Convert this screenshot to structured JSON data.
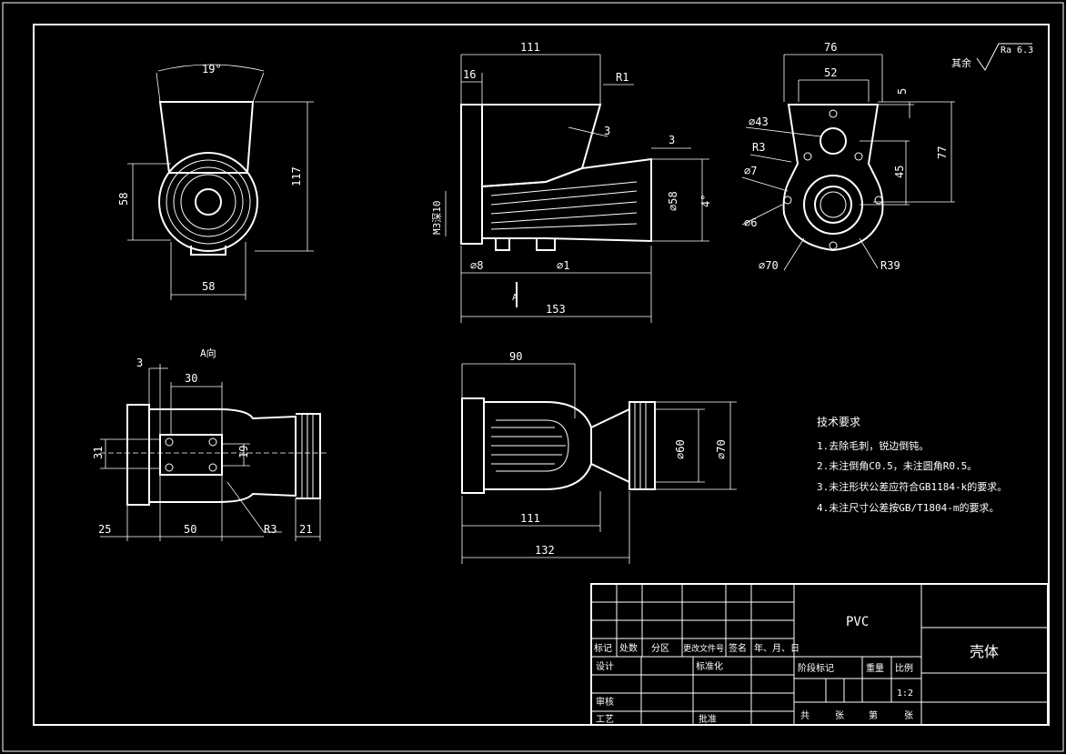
{
  "roughness": {
    "prefix": "其余",
    "value": "Ra 6.3"
  },
  "front_view": {
    "angle": "19°",
    "height": "117",
    "inner_height": "58",
    "width": "58"
  },
  "side_view": {
    "top": "111",
    "left_offset": "16",
    "radius": "R1",
    "wall": "3",
    "wall2": "3",
    "thread": "M3深10",
    "diameter": "⌀58",
    "angle": "4°",
    "bottom_a": "⌀8",
    "bottom_b": "⌀1",
    "length": "153",
    "section_mark": "A"
  },
  "right_view": {
    "width": "76",
    "inner_width": "52",
    "d43": "⌀43",
    "r3": "R3",
    "d7": "⌀7",
    "d6": "⌀6",
    "d70": "⌀70",
    "r39": "R39",
    "offset": "5",
    "h45": "45",
    "h77": "77"
  },
  "bottom_view": {
    "title": "A向",
    "left3": "3",
    "w30": "30",
    "h31": "31",
    "h19": "19",
    "l25": "25",
    "l50": "50",
    "r3": "R3",
    "l21": "21"
  },
  "top_view": {
    "w90": "90",
    "d60": "⌀60",
    "d70": "⌀70",
    "l111": "111",
    "l132": "132"
  },
  "tech": {
    "title": "技术要求",
    "items": [
      "1.去除毛刺，锐边倒钝。",
      "2.未注倒角C0.5，未注圆角R0.5。",
      "3.未注形状公差应符合GB1184-k的要求。",
      "4.未注尺寸公差按GB/T1804-m的要求。"
    ]
  },
  "title_block": {
    "material": "PVC",
    "part_name": "壳体",
    "header": [
      "标记",
      "处数",
      "分区",
      "更改文件号",
      "签名",
      "年、月、日"
    ],
    "design": "设计",
    "standardize": "标准化",
    "review": "审核",
    "process": "工艺",
    "approve": "批准",
    "stage": "阶段标记",
    "weight": "重量",
    "scale_label": "比例",
    "scale": "1:2",
    "total": "共",
    "sheet_unit": "张",
    "sheet_no": "第",
    "sheet_unit2": "张"
  }
}
